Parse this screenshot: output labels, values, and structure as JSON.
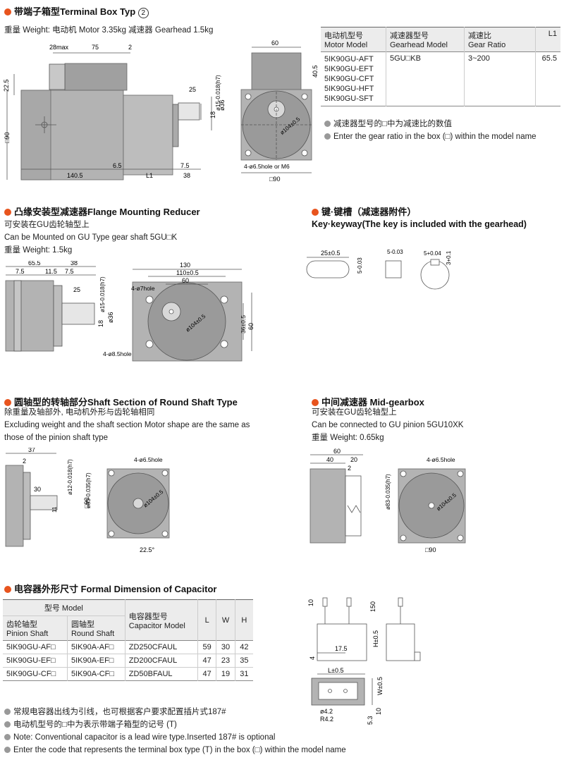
{
  "terminal_box": {
    "title": "带端子箱型Terminal Box Typ",
    "title_circle": "2",
    "weight": "重量 Weight: 电动机 Motor 3.35kg  减速器 Gearhead 1.5kg",
    "dims": {
      "d28max": "28max",
      "d75": "75",
      "d2": "2",
      "d22_5": "22.5",
      "d90": "□90",
      "d25": "25",
      "d15": "ø15-0.018(h7)",
      "d18": "18",
      "d36": "ø36",
      "d140_5": "140.5",
      "d6_5": "6.5",
      "dL1": "L1",
      "d7_5": "7.5",
      "d38": "38",
      "d60": "60",
      "d40_5": "40.5",
      "d104": "ø104±0.5",
      "hole": "4-ø6.5hole or M6",
      "bottom90": "□90"
    },
    "table": {
      "headers": [
        {
          "cn": "电动机型号",
          "en": "Motor Model"
        },
        {
          "cn": "减速器型号",
          "en": "Gearhead Model"
        },
        {
          "cn": "减速比",
          "en": "Gear Ratio"
        },
        {
          "cn": "L1",
          "en": ""
        }
      ],
      "motor_models": [
        "5IK90GU-AFT",
        "5IK90GU-EFT",
        "5IK90GU-CFT",
        "5IK90GU-HFT",
        "5IK90GU-SFT"
      ],
      "gearhead_model": "5GU□KB",
      "gear_ratio": "3~200",
      "l1": "65.5"
    },
    "notes": [
      "减速器型号的□中为减速比的数值",
      "Enter the gear ratio in the box (□) within the model name"
    ]
  },
  "flange": {
    "title": "凸缘安装型减速器Flange Mounting Reducer",
    "line1": "可安装在GU齿轮轴型上",
    "line2": "Can be Mounted on GU Type gear shaft 5GU□K",
    "weight": "重量 Weight: 1.5kg",
    "dims": {
      "d65_5": "65.5",
      "d38": "38",
      "d7_5a": "7.5",
      "d11_5": "11.5",
      "d7_5b": "7.5",
      "d25": "25",
      "d15": "ø15-0.018(h7)",
      "d18": "18",
      "d36": "ø36",
      "d130": "130",
      "d110": "110±0.5",
      "d60": "60",
      "hole7": "4-ø7hole",
      "d104": "ø104±0.5",
      "d36v": "36±0.5",
      "d60v": "60",
      "hole85": "4-ø8.5hole"
    }
  },
  "key": {
    "title": "键·键槽（减速器附件）",
    "subtitle": "Key·keyway(The key is included with the gearhead)",
    "dims": {
      "d25": "25±0.5",
      "d5a": "5-0.03",
      "d5b": "5-0.03",
      "d5c": "5+0.04",
      "d3": "3+0.1"
    }
  },
  "round_shaft": {
    "title": "圆轴型的转轴部分Shaft Section of Round Shaft Type",
    "line1": "除重量及轴部外, 电动机外形与齿轮轴相同",
    "line2": "Excluding weight and the shaft section Motor shape are the same as",
    "line3": "those of the pinion shaft type",
    "dims": {
      "d37": "37",
      "d2": "2",
      "d30": "30",
      "d12": "ø12-0.018(h7)",
      "d11": "11",
      "d83": "ø83-0.035(h7)",
      "d90": "□90",
      "hole": "4-ø6.5hole",
      "d104": "ø104±0.5",
      "angle": "22.5°"
    }
  },
  "mid_gearbox": {
    "title": "中间减速器 Mid-gearbox",
    "line1": "可安装在GU齿轮轴型上",
    "line2": "Can be connected to GU pinion 5GU10XK",
    "weight": "重量 Weight: 0.65kg",
    "dims": {
      "d60": "60",
      "d40": "40",
      "d20": "20",
      "d2": "2",
      "d83": "ø83-0.035(h7)",
      "hole": "4-ø6.5hole",
      "d104": "ø104±0.5",
      "d90": "□90"
    }
  },
  "capacitor": {
    "title": "电容器外形尺寸 Formal Dimension of Capacitor",
    "table": {
      "group_header": "型号 Model",
      "col_pinion": {
        "cn": "齿轮轴型",
        "en": "Pinion Shaft"
      },
      "col_round": {
        "cn": "圆轴型",
        "en": "Round Shaft"
      },
      "col_cap": {
        "cn": "电容器型号",
        "en": "Capacitor Model"
      },
      "col_l": "L",
      "col_w": "W",
      "col_h": "H",
      "rows": [
        {
          "pinion": "5IK90GU-AF□",
          "round": "5IK90A-AF□",
          "cap": "ZD250CFAUL",
          "l": "59",
          "w": "30",
          "h": "42"
        },
        {
          "pinion": "5IK90GU-EF□",
          "round": "5IK90A-EF□",
          "cap": "ZD200CFAUL",
          "l": "47",
          "w": "23",
          "h": "35"
        },
        {
          "pinion": "5IK90GU-CF□",
          "round": "5IK90A-CF□",
          "cap": "ZD50BFAUL",
          "l": "47",
          "w": "19",
          "h": "31"
        }
      ]
    },
    "dims": {
      "d10": "10",
      "d150": "150",
      "dH": "H±0.5",
      "d17_5": "17.5",
      "d4": "4",
      "dL": "L±0.5",
      "dW": "W±0.5",
      "d10b": "10",
      "d5_3": "5.3",
      "d4_2": "ø4.2",
      "dR": "R4.2"
    },
    "notes": [
      "常规电容器出线为引线，也可根据客户要求配置插片式187#",
      "电动机型号的□中为表示带端子箱型的记号 (T)",
      "Note: Conventional capacitor is a lead wire type.Inserted 187#  is optional",
      "Enter the code that represents the terminal box type (T) in the box (□) within the model name"
    ]
  },
  "colors": {
    "accent": "#e8541e",
    "body_gray": "#b3b3b3",
    "face_gray": "#9a9a9a",
    "dot_gray": "#999999"
  }
}
